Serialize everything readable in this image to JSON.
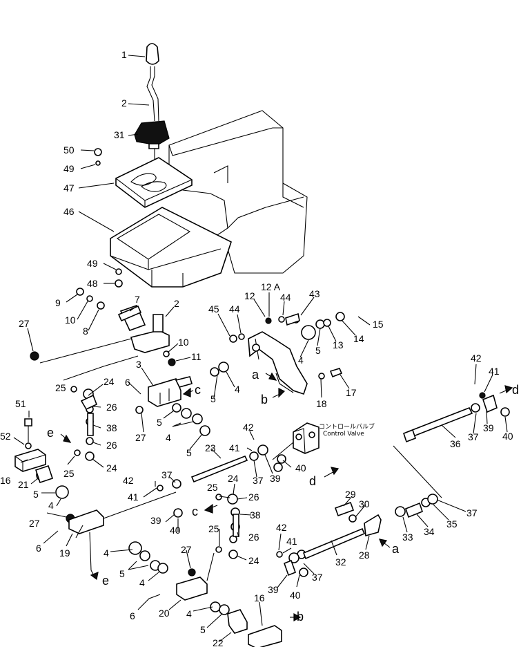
{
  "labels": {
    "p1": "1",
    "p2a": "2",
    "p2b": "2",
    "p3": "3",
    "p4a": "4",
    "p4b": "4",
    "p4c": "4",
    "p4d": "4",
    "p4e": "4",
    "p4f": "4",
    "p5a": "5",
    "p5b": "5",
    "p5c": "5",
    "p5d": "5",
    "p5e": "5",
    "p5f": "5",
    "p5g": "5",
    "p6a": "6",
    "p6b": "6",
    "p6c": "6",
    "p7": "7",
    "p8": "8",
    "p9": "9",
    "p10a": "10",
    "p10b": "10",
    "p11": "11",
    "p12": "12",
    "p12A": "12 A",
    "p13": "13",
    "p14": "14",
    "p15": "15",
    "p16a": "16",
    "p16b": "16",
    "p17": "17",
    "p18": "18",
    "p19": "19",
    "p20": "20",
    "p21": "21",
    "p22": "22",
    "p23": "23",
    "p24a": "24",
    "p24b": "24",
    "p24c": "24",
    "p24d": "24",
    "p25a": "25",
    "p25b": "25",
    "p25c": "25",
    "p25d": "25",
    "p26a": "26",
    "p26b": "26",
    "p26c": "26",
    "p26d": "26",
    "p27a": "27",
    "p27b": "27",
    "p27c": "27",
    "p27d": "27",
    "p28": "28",
    "p29": "29",
    "p30": "30",
    "p31": "31",
    "p32": "32",
    "p33": "33",
    "p34": "34",
    "p35": "35",
    "p36": "36",
    "p37a": "37",
    "p37b": "37",
    "p37c": "37",
    "p37d": "37",
    "p37e": "37",
    "p38a": "38",
    "p38b": "38",
    "p39a": "39",
    "p39b": "39",
    "p39c": "39",
    "p39d": "39",
    "p40a": "40",
    "p40b": "40",
    "p40c": "40",
    "p40d": "40",
    "p41a": "41",
    "p41b": "41",
    "p41c": "41",
    "p41d": "41",
    "p42a": "42",
    "p42b": "42",
    "p42c": "42",
    "p42d": "42",
    "p43": "43",
    "p44a": "44",
    "p44b": "44",
    "p45": "45",
    "p46": "46",
    "p47": "47",
    "p48": "48",
    "p49a": "49",
    "p49b": "49",
    "p50": "50",
    "p51": "51",
    "p52": "52"
  },
  "callouts": {
    "a1": "a",
    "a2": "a",
    "b1": "b",
    "b2": "b",
    "c1": "c",
    "c2": "c",
    "d1": "d",
    "d2": "d",
    "e1": "e",
    "e2": "e"
  },
  "control_valve": {
    "jp": "コントロールバルブ",
    "en": "Control Valve"
  }
}
